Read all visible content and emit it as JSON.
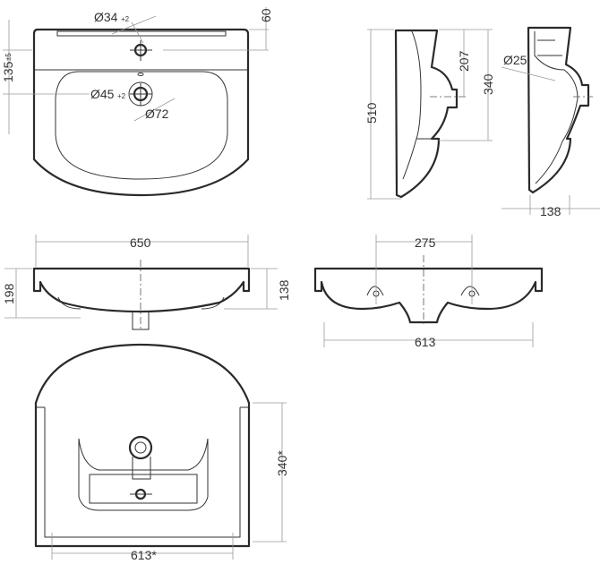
{
  "dimensions": {
    "tap_hole": "Ø34",
    "tap_hole_tol": "+2",
    "overflow_depth": "60",
    "tap_offset": "135",
    "tap_offset_tol": "±5",
    "drain_hole": "Ø45",
    "drain_hole_tol": "+2",
    "drain_outer": "Ø72",
    "side_height": "510",
    "side_drain_height": "207",
    "side_bracket_height": "340",
    "side_pipe": "Ø25",
    "side_depth": "138",
    "width": "650",
    "front_height": "198",
    "front_bowl_depth": "138",
    "mount_spacing": "275",
    "mount_width": "613",
    "cabinet_depth": "340*",
    "cabinet_width": "613*"
  }
}
